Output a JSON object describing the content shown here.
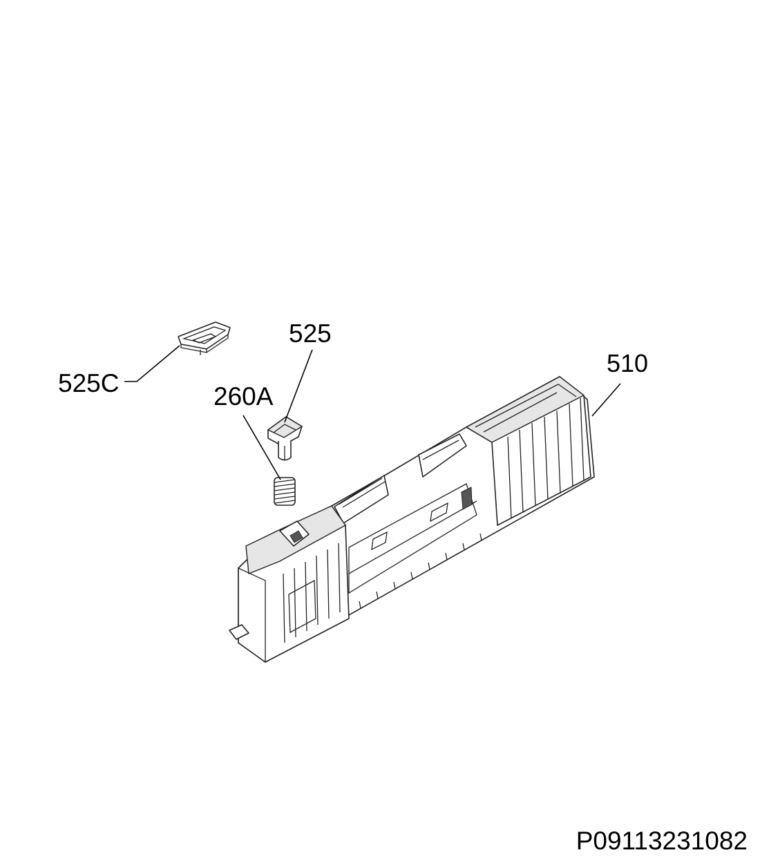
{
  "diagram": {
    "drawing_id": "P09113231082",
    "parts": [
      {
        "ref": "525C",
        "name_icon": "cap-icon"
      },
      {
        "ref": "525",
        "name_icon": "button-icon"
      },
      {
        "ref": "260A",
        "name_icon": "spring-icon"
      },
      {
        "ref": "510",
        "name_icon": "control-panel-icon"
      }
    ]
  }
}
